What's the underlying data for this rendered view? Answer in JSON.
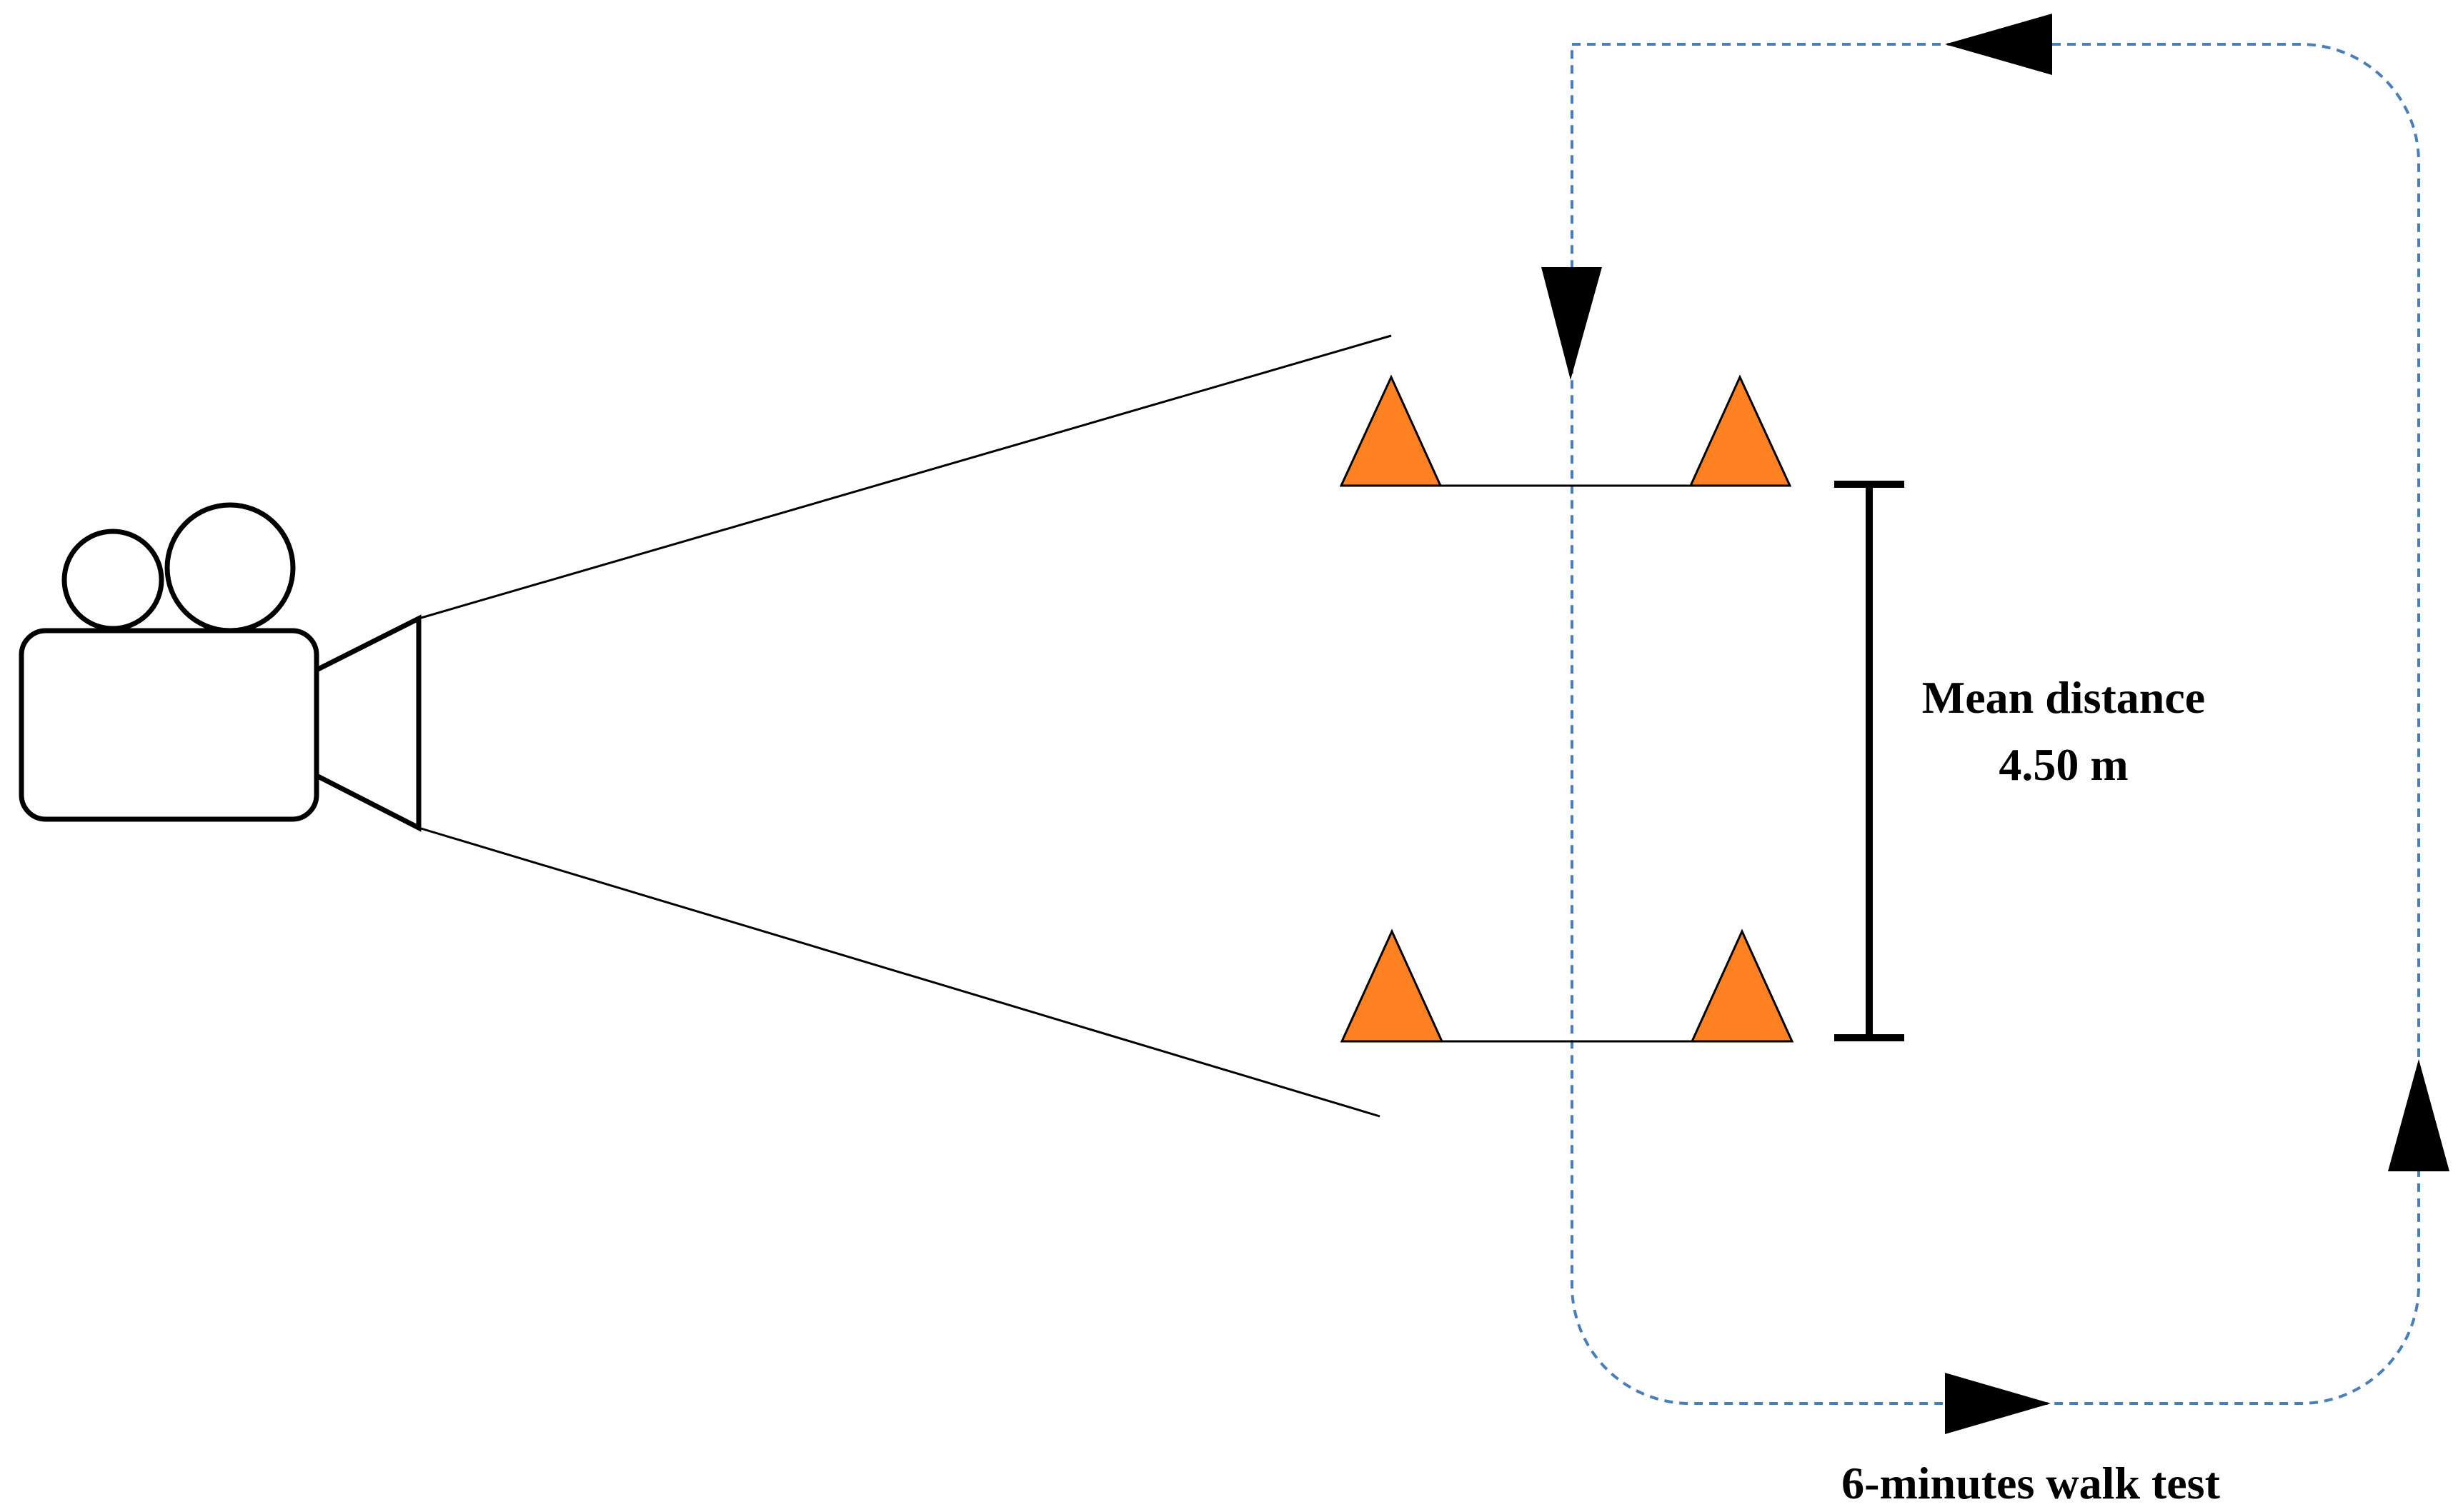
{
  "diagram": {
    "distance_label_line1": "Mean distance",
    "distance_label_line2": "4.50 m",
    "walk_test_label": "6-minutes walk test"
  },
  "colors": {
    "cone_fill": "#FF8122",
    "path_dashed": "#4A7EBB",
    "outline": "#000000",
    "background": "#FFFFFF"
  },
  "icons": {
    "camera": "video-camera-icon",
    "cone": "traffic-cone-icon",
    "direction_arrow": "direction-arrowhead"
  }
}
